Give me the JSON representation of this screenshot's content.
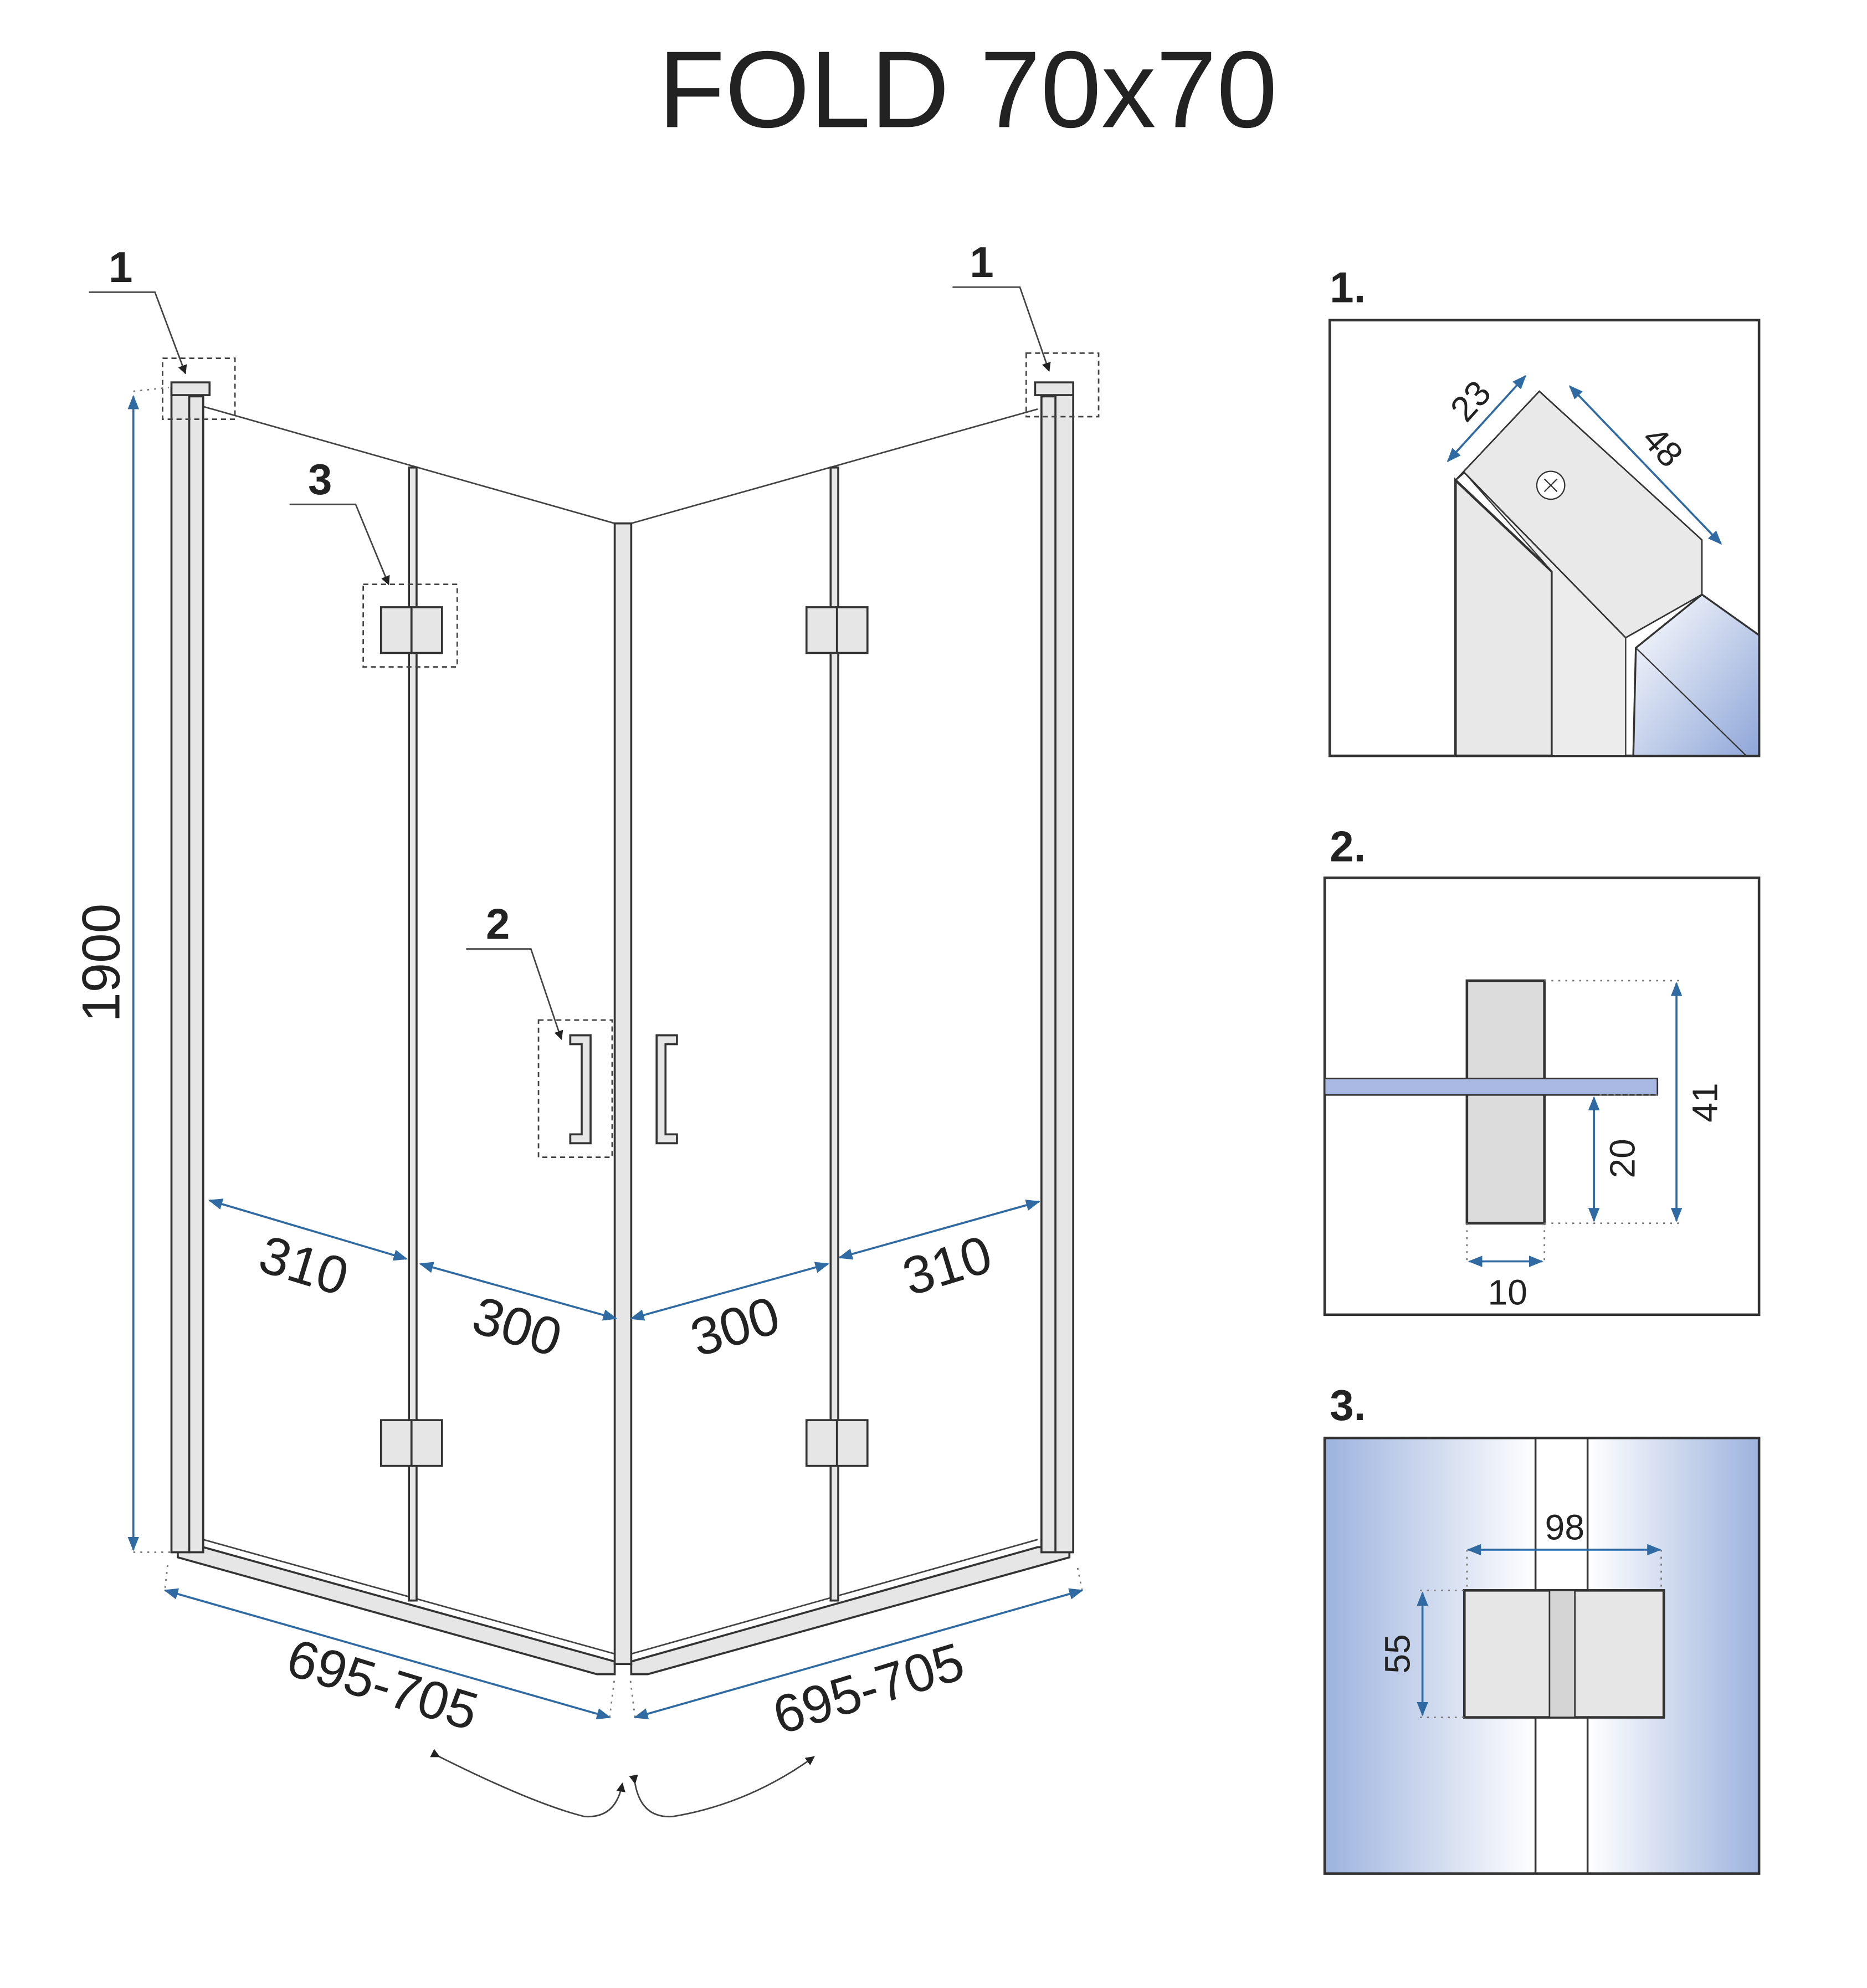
{
  "title": "FOLD 70x70",
  "callouts": {
    "c1_left": "1",
    "c1_right": "1",
    "c2": "2",
    "c3": "3"
  },
  "dimensions": {
    "height": "1900",
    "left_outer_panel": "310",
    "left_inner_panel": "300",
    "right_inner_panel": "300",
    "right_outer_panel": "310",
    "left_width": "695-705",
    "right_width": "695-705"
  },
  "details": {
    "d1": {
      "label": "1.",
      "width": "23",
      "length": "48"
    },
    "d2": {
      "label": "2.",
      "height": "41",
      "offset": "20",
      "depth": "10"
    },
    "d3": {
      "label": "3.",
      "width": "98",
      "height": "55"
    }
  },
  "colors": {
    "dimension": "#2f6aa3",
    "glass": "#9db3de"
  }
}
